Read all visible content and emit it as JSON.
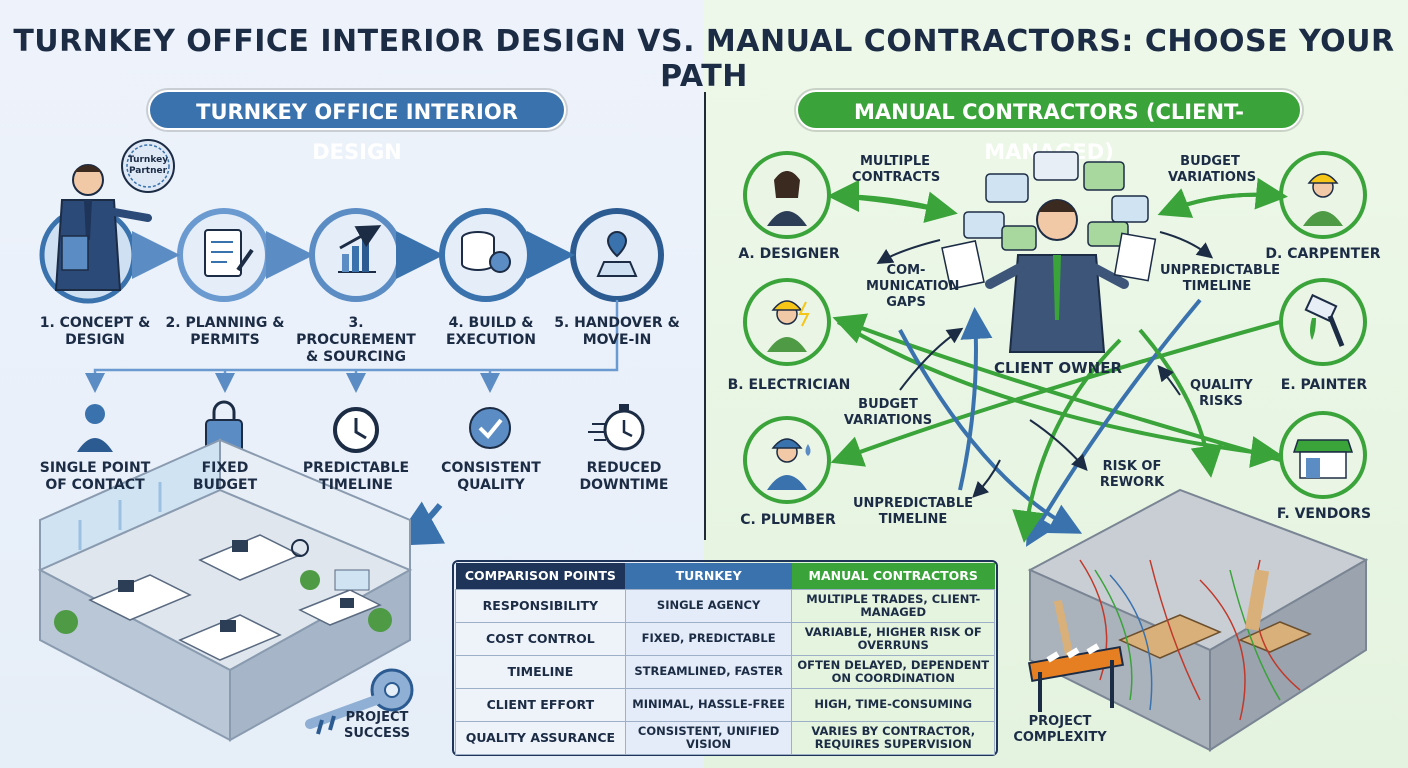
{
  "title": "TURNKEY OFFICE INTERIOR DESIGN VS. MANUAL CONTRACTORS: CHOOSE YOUR PATH",
  "turnkey": {
    "header": "TURNKEY OFFICE INTERIOR DESIGN",
    "badge": "Turnkey Partner",
    "steps": [
      "1. CONCEPT & DESIGN",
      "2. PLANNING & PERMITS",
      "3. PROCUREMENT & SOURCING",
      "4. BUILD & EXECUTION",
      "5. HANDOVER & MOVE-IN"
    ],
    "benefits": [
      "SINGLE POINT OF CONTACT",
      "FIXED BUDGET",
      "PREDICTABLE TIMELINE",
      "CONSISTENT QUALITY",
      "REDUCED DOWNTIME"
    ],
    "success_label": "PROJECT SUCCESS"
  },
  "manual": {
    "header": "MANUAL CONTRACTORS (CLIENT-MANAGED)",
    "client_label": "CLIENT OWNER",
    "contractors": [
      "A. DESIGNER",
      "B. ELECTRICIAN",
      "C. PLUMBER",
      "D. CARPENTER",
      "E. PAINTER",
      "F. VENDORS"
    ],
    "issues": [
      "MULTIPLE CONTRACTS",
      "BUDGET VARIATIONS",
      "COM-MUNICATION GAPS",
      "UNPREDICTABLE TIMELINE",
      "QUALITY RISKS",
      "BUDGET VARIATIONS",
      "RISK OF REWORK",
      "UNPREDICTABLE TIMELINE"
    ],
    "complexity_label": "PROJECT COMPLEXITY"
  },
  "table": {
    "headers": [
      "COMPARISON POINTS",
      "TURNKEY",
      "MANUAL CONTRACTORS"
    ],
    "rows": [
      [
        "RESPONSIBILITY",
        "SINGLE AGENCY",
        "MULTIPLE TRADES, CLIENT-MANAGED"
      ],
      [
        "COST CONTROL",
        "FIXED, PREDICTABLE",
        "VARIABLE, HIGHER RISK OF OVERRUNS"
      ],
      [
        "TIMELINE",
        "STREAMLINED, FASTER",
        "OFTEN DELAYED, DEPENDENT ON COORDINATION"
      ],
      [
        "CLIENT EFFORT",
        "MINIMAL, HASSLE-FREE",
        "HIGH, TIME-CONSUMING"
      ],
      [
        "QUALITY ASSURANCE",
        "CONSISTENT, UNIFIED VISION",
        "VARIES BY CONTRACTOR, REQUIRES SUPERVISION"
      ]
    ]
  },
  "colors": {
    "blue": "#3a72ad",
    "green": "#3aa33a",
    "navy": "#1e3458"
  }
}
